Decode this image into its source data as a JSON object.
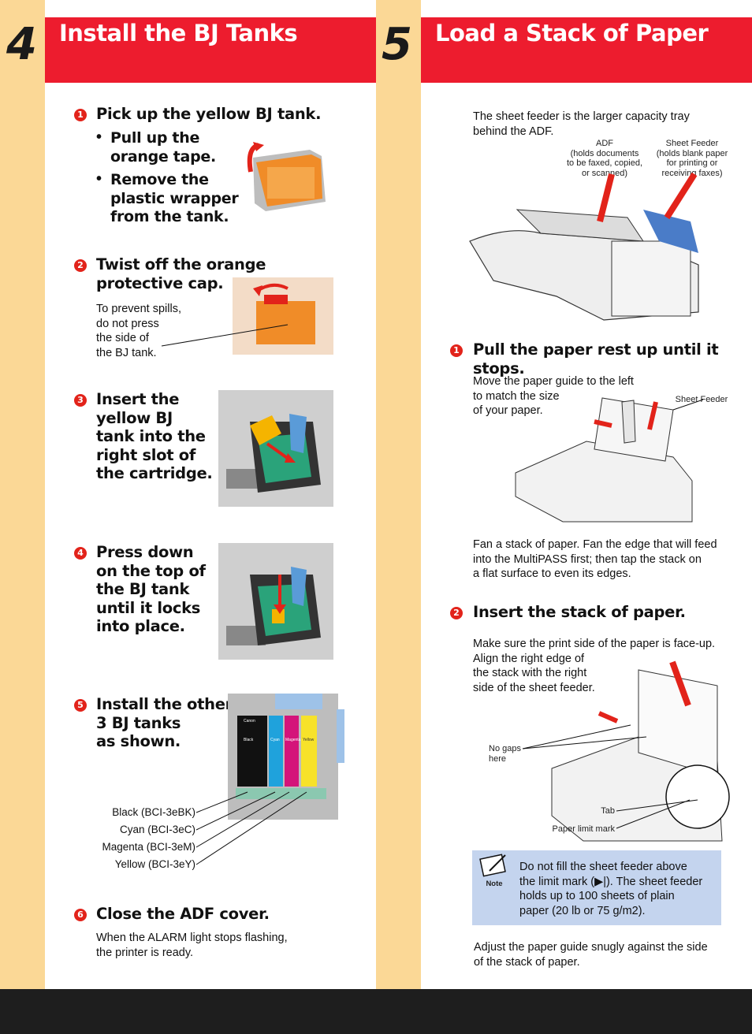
{
  "section4": {
    "number": "4",
    "title": "Install the BJ Tanks",
    "steps": [
      {
        "n": "1",
        "heading": "Pick up the yellow BJ tank.",
        "bullets": [
          "Pull up the\norange tape.",
          "Remove the\nplastic wrapper\nfrom the tank."
        ]
      },
      {
        "n": "2",
        "heading": "Twist off the orange\nprotective cap.",
        "text": "To prevent spills,\ndo not press\nthe side of\nthe BJ tank."
      },
      {
        "n": "3",
        "heading": "Insert the\nyellow BJ\ntank into the\nright slot of\nthe cartridge."
      },
      {
        "n": "4",
        "heading": "Press down\non the top of\nthe BJ tank\nuntil it locks\ninto place."
      },
      {
        "n": "5",
        "heading": "Install the other\n3 BJ tanks\nas shown.",
        "labels": [
          "Black (BCI-3eBK)",
          "Cyan (BCI-3eC)",
          "Magenta (BCI-3eM)",
          "Yellow (BCI-3eY)"
        ]
      },
      {
        "n": "6",
        "heading": "Close the ADF cover.",
        "text": "When the ALARM light stops flashing,\nthe printer is ready."
      }
    ],
    "tank_labels": [
      "Black",
      "Cyan",
      "Magenta",
      "Yellow"
    ],
    "tank_brand": "Canon"
  },
  "section5": {
    "number": "5",
    "title": "Load a Stack of Paper",
    "intro": "The sheet feeder is the larger capacity tray\nbehind the ADF.",
    "adf_label": "ADF\n(holds documents\nto be faxed, copied,\nor scanned)",
    "feeder_label": "Sheet Feeder\n(holds blank paper\nfor printing or\nreceiving faxes)",
    "steps": [
      {
        "n": "1",
        "heading": "Pull the paper rest up until it stops.",
        "text": "Move the paper guide to the left\nto match the size\nof your paper.",
        "callout": "Sheet Feeder",
        "after": "Fan a stack of paper. Fan the edge that will feed\ninto the MultiPASS first; then tap the stack on\na flat surface to even its edges."
      },
      {
        "n": "2",
        "heading": "Insert the stack of paper.",
        "text": "Make sure the print side of the paper is face-up.\nAlign the right edge of\nthe stack with the right\nside of the sheet feeder.",
        "callouts": [
          "No gaps\nhere",
          "Tab",
          "Paper limit mark"
        ]
      }
    ],
    "note_label": "Note",
    "note_text": "Do not fill the sheet feeder above\nthe limit mark (▶|). The sheet feeder\nholds up to 100 sheets of plain\npaper (20 lb or 75 g/m2).",
    "closing": "Adjust the paper guide snugly against the side\nof the stack of paper."
  },
  "colors": {
    "red": "#ed1c2e",
    "stripe": "#fbd896",
    "note_bg": "#c4d4ee",
    "footer": "#1e1e1e"
  }
}
